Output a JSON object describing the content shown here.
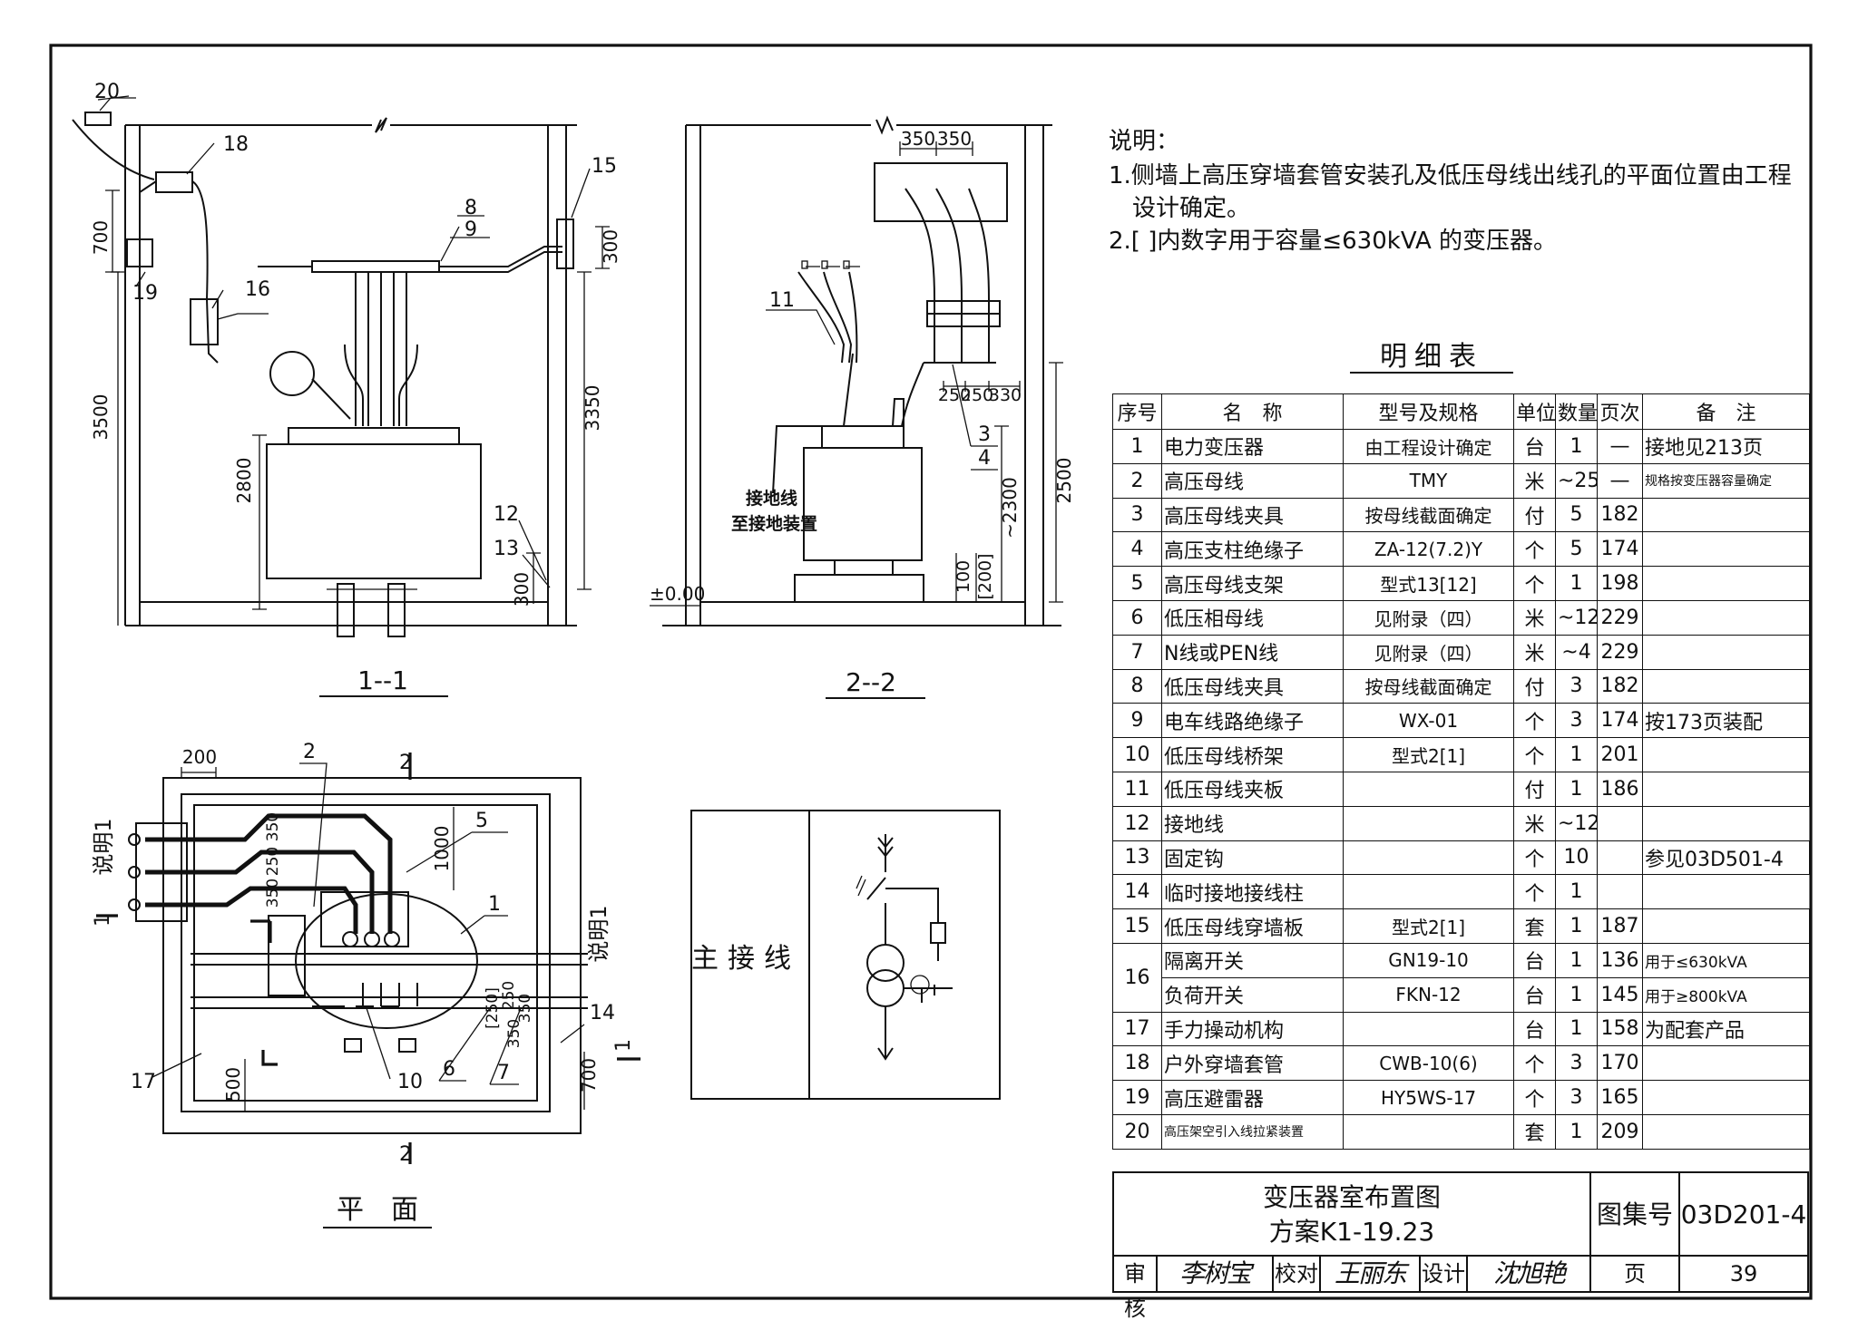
{
  "notes": {
    "title": "说明：",
    "line1a": "1.侧墙上高压穿墙套管安装孔及低压母线出线孔的平面位置由工程",
    "line1b": "设计确定。",
    "line2": "2.[ ]内数字用于容量≤630kVA 的变压器。"
  },
  "detail_table": {
    "title": "明细表",
    "headers": {
      "no": "序号",
      "name": "名　称",
      "spec": "型号及规格",
      "unit": "单位",
      "qty": "数量",
      "page": "页次",
      "remark": "备　注"
    },
    "rows": [
      {
        "no": "1",
        "name": "电力变压器",
        "spec": "由工程设计确定",
        "unit": "台",
        "qty": "1",
        "page": "—",
        "remark": "接地见213页"
      },
      {
        "no": "2",
        "name": "高压母线",
        "spec": "TMY",
        "unit": "米",
        "qty": "~25",
        "page": "—",
        "remark": "规格按变压器容量确定"
      },
      {
        "no": "3",
        "name": "高压母线夹具",
        "spec": "按母线截面确定",
        "unit": "付",
        "qty": "5",
        "page": "182",
        "remark": ""
      },
      {
        "no": "4",
        "name": "高压支柱绝缘子",
        "spec": "ZA-12(7.2)Y",
        "unit": "个",
        "qty": "5",
        "page": "174",
        "remark": ""
      },
      {
        "no": "5",
        "name": "高压母线支架",
        "spec": "型式13[12]",
        "unit": "个",
        "qty": "1",
        "page": "198",
        "remark": ""
      },
      {
        "no": "6",
        "name": "低压相母线",
        "spec": "见附录（四）",
        "unit": "米",
        "qty": "~12",
        "page": "229",
        "remark": ""
      },
      {
        "no": "7",
        "name": "N线或PEN线",
        "spec": "见附录（四）",
        "unit": "米",
        "qty": "~4",
        "page": "229",
        "remark": ""
      },
      {
        "no": "8",
        "name": "低压母线夹具",
        "spec": "按母线截面确定",
        "unit": "付",
        "qty": "3",
        "page": "182",
        "remark": ""
      },
      {
        "no": "9",
        "name": "电车线路绝缘子",
        "spec": "WX-01",
        "unit": "个",
        "qty": "3",
        "page": "174",
        "remark": "按173页装配"
      },
      {
        "no": "10",
        "name": "低压母线桥架",
        "spec": "型式2[1]",
        "unit": "个",
        "qty": "1",
        "page": "201",
        "remark": ""
      },
      {
        "no": "11",
        "name": "低压母线夹板",
        "spec": "",
        "unit": "付",
        "qty": "1",
        "page": "186",
        "remark": ""
      },
      {
        "no": "12",
        "name": "接地线",
        "spec": "",
        "unit": "米",
        "qty": "~12",
        "page": "",
        "remark": ""
      },
      {
        "no": "13",
        "name": "固定钩",
        "spec": "",
        "unit": "个",
        "qty": "10",
        "page": "",
        "remark": "参见03D501-4"
      },
      {
        "no": "14",
        "name": "临时接地接线柱",
        "spec": "",
        "unit": "个",
        "qty": "1",
        "page": "",
        "remark": ""
      },
      {
        "no": "15",
        "name": "低压母线穿墙板",
        "spec": "型式2[1]",
        "unit": "套",
        "qty": "1",
        "page": "187",
        "remark": ""
      },
      {
        "no": "16",
        "name": "隔离开关",
        "spec": "GN19-10",
        "unit": "台",
        "qty": "1",
        "page": "136",
        "remark": "用于≤630kVA"
      },
      {
        "no": "",
        "name": "负荷开关",
        "spec": "FKN-12",
        "unit": "台",
        "qty": "1",
        "page": "145",
        "remark": "用于≥800kVA"
      },
      {
        "no": "17",
        "name": "手力操动机构",
        "spec": "",
        "unit": "台",
        "qty": "1",
        "page": "158",
        "remark": "为配套产品"
      },
      {
        "no": "18",
        "name": "户外穿墙套管",
        "spec": "CWB-10(6)",
        "unit": "个",
        "qty": "3",
        "page": "170",
        "remark": ""
      },
      {
        "no": "19",
        "name": "高压避雷器",
        "spec": "HY5WS-17",
        "unit": "个",
        "qty": "3",
        "page": "165",
        "remark": ""
      },
      {
        "no": "20",
        "name": "高压架空引入线拉紧装置",
        "spec": "",
        "unit": "套",
        "qty": "1",
        "page": "209",
        "remark": ""
      }
    ]
  },
  "title_block": {
    "drawing_title": "变压器室布置图",
    "scheme": "方案K1-19.23",
    "atlas_label": "图集号",
    "atlas_no": "03D201-4",
    "review_label": "审核",
    "review_sig": "李树宝",
    "check_label": "校对",
    "check_sig": "王丽东",
    "design_label": "设计",
    "design_sig": "沈旭艳",
    "page_label": "页",
    "page_no": "39"
  },
  "views": {
    "section_1_1": "1--1",
    "section_2_2": "2--2",
    "plan": "平　面",
    "main_wiring": "主接线"
  },
  "section_1_1_labels": {
    "callouts": [
      "20",
      "18",
      "15",
      "8",
      "9",
      "16",
      "19",
      "12",
      "13"
    ],
    "dims": [
      "700",
      "3500",
      "3350",
      "2800",
      "300",
      "300"
    ]
  },
  "section_2_2_labels": {
    "callouts": [
      "11",
      "3",
      "4"
    ],
    "dims": [
      "350",
      "350",
      "250",
      "250",
      "330",
      "2500",
      "~2300",
      "100",
      "[200]",
      "±0.00"
    ],
    "ground_note_1": "接地线",
    "ground_note_2": "至接地装置"
  },
  "plan_labels": {
    "callouts": [
      "2",
      "5",
      "1",
      "17",
      "10",
      "6",
      "7",
      "14"
    ],
    "dims": [
      "200",
      "350",
      "250",
      "350",
      "1000",
      "500",
      "700",
      "[250]",
      "250",
      "350",
      "350"
    ],
    "section_marks": [
      "2",
      "2",
      "1",
      "1"
    ],
    "note_ref": "说明1"
  }
}
